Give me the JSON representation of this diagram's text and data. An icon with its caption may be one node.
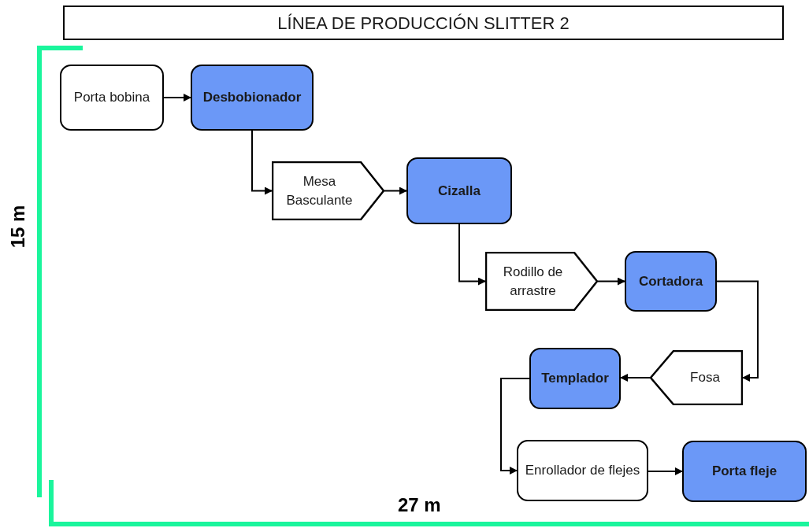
{
  "diagram": {
    "title": "LÍNEA DE PRODUCCIÓN SLITTER 2",
    "nodes": [
      {
        "text": [
          "Porta bobina"
        ]
      },
      {
        "text": [
          "Desbobionador"
        ]
      },
      {
        "text": [
          "Mesa Basculante"
        ]
      },
      {
        "text": [
          "Cizalla"
        ]
      },
      {
        "text": [
          "Rodillo de arrastre"
        ]
      },
      {
        "text": [
          "Cortadora"
        ]
      },
      {
        "text": [
          "Fosa"
        ]
      },
      {
        "text": [
          "Templador"
        ]
      },
      {
        "text": [
          "Enrollador de flejes"
        ]
      },
      {
        "text": [
          "Porta fleje"
        ]
      }
    ],
    "edges": [
      {
        "from": 0,
        "to": 1,
        "arrow": "to"
      },
      {
        "from": 1,
        "to": 2,
        "arrow": "to"
      },
      {
        "from": 2,
        "to": 3,
        "arrow": "to"
      },
      {
        "from": 3,
        "to": 4,
        "arrow": "to"
      },
      {
        "from": 4,
        "to": 5,
        "arrow": "to"
      },
      {
        "from": 5,
        "to": 6,
        "arrow": "to"
      },
      {
        "from": 6,
        "to": 7,
        "arrow": "to"
      },
      {
        "from": 7,
        "to": 8,
        "arrow": "to"
      },
      {
        "from": 8,
        "to": 9,
        "arrow": "to"
      }
    ],
    "labels": [
      "15 m",
      "27 m"
    ]
  }
}
